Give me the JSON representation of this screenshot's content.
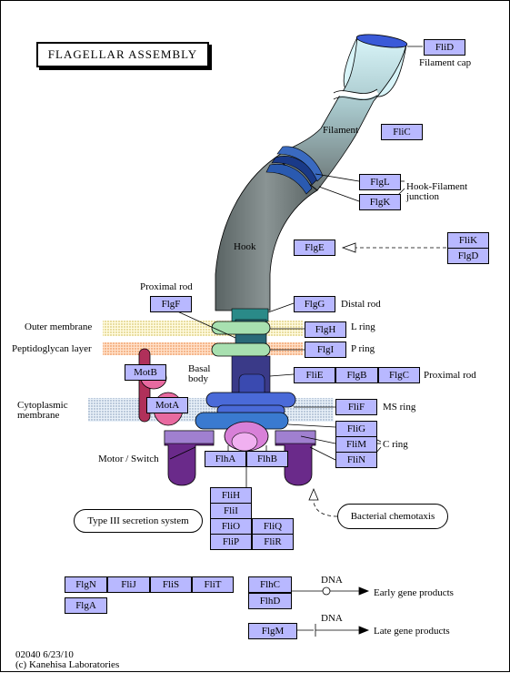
{
  "title": "FLAGELLAR ASSEMBLY",
  "genes": {
    "FliD": "FliD",
    "FliC": "FliC",
    "FlgL": "FlgL",
    "FlgK": "FlgK",
    "FlgE": "FlgE",
    "FliK": "FliK",
    "FlgD": "FlgD",
    "FlgF": "FlgF",
    "FlgG": "FlgG",
    "FlgH": "FlgH",
    "FlgI": "FlgI",
    "MotB": "MotB",
    "MotA": "MotA",
    "FliE": "FliE",
    "FlgB": "FlgB",
    "FlgC": "FlgC",
    "FliF": "FliF",
    "FliG": "FliG",
    "FliM": "FliM",
    "FliN": "FliN",
    "FlhA": "FlhA",
    "FlhB": "FlhB",
    "FliH": "FliH",
    "FliI": "FliI",
    "FliO": "FliO",
    "FliQ": "FliQ",
    "FliP": "FliP",
    "FliR": "FliR",
    "FlgN": "FlgN",
    "FliJ": "FliJ",
    "FliS": "FliS",
    "FliT": "FliT",
    "FlgA": "FlgA",
    "FlhC": "FlhC",
    "FlhD": "FlhD",
    "FlgM": "FlgM"
  },
  "labels": {
    "filament_cap": "Filament cap",
    "filament": "Filament",
    "hook_filament_1": "Hook-Filament",
    "hook_filament_2": "junction",
    "hook": "Hook",
    "proximal_rod_top": "Proximal rod",
    "distal_rod": "Distal rod",
    "outer_membrane": "Outer membrane",
    "l_ring": "L ring",
    "peptidoglycan": "Peptidoglycan layer",
    "p_ring": "P ring",
    "basal_1": "Basal",
    "basal_2": "body",
    "proximal_rod_right": "Proximal rod",
    "cyto_1": "Cytoplasmic",
    "cyto_2": "membrane",
    "ms_ring": "MS ring",
    "c_ring": "C ring",
    "motor_switch": "Motor / Switch",
    "t3ss": "Type III secretion system",
    "chemotaxis": "Bacterial chemotaxis",
    "dna_1": "DNA",
    "dna_2": "DNA",
    "early": "Early gene products",
    "late": "Late gene products",
    "footer_1": "02040 6/23/10",
    "footer_2": "(c) Kanehisa Laboratories"
  },
  "colors": {
    "gene_fill": "#b8b8ff",
    "filament_tip": "#d8f4f8",
    "filament_mid": "#9aa8aa",
    "hook_dark": "#5a6464",
    "ring_green": "#a8e0b0",
    "ms_ring_blue": "#4a6ad8",
    "motor_purple": "#6a2a8a",
    "mot_pink": "#e86aa0",
    "mot_red": "#b0305a",
    "membrane_yellow": "#f0e080",
    "peptidoglycan_orange": "#f8b080",
    "cyto_membrane_blue": "#8ab0d8"
  }
}
